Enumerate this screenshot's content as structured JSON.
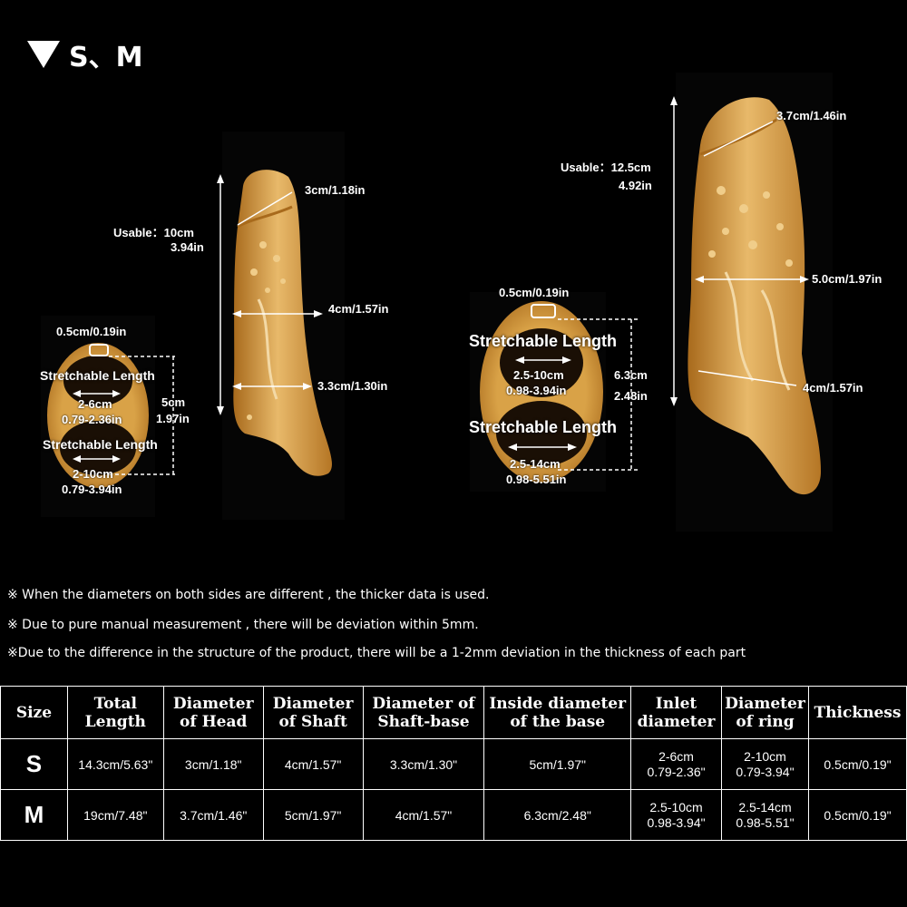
{
  "heading": "S、M",
  "small": {
    "usable_label": "Usable：10cm",
    "usable_in": "3.94in",
    "head": "3cm/1.18in",
    "shaft": "4cm/1.57in",
    "shaft_base": "3.3cm/1.30in",
    "ring_thickness": "0.5cm/0.19in",
    "stretch_label_1": "Stretchable Length",
    "inlet_cm": "2-6cm",
    "inlet_in": "0.79-2.36in",
    "stretch_label_2": "Stretchable Length",
    "ring_cm": "2-10cm",
    "ring_in": "0.79-3.94in",
    "base_height_cm": "5cm",
    "base_height_in": "1.97in"
  },
  "medium": {
    "usable_label": "Usable：12.5cm",
    "usable_in": "4.92in",
    "head": "3.7cm/1.46in",
    "shaft": "5.0cm/1.97in",
    "shaft_base": "4cm/1.57in",
    "ring_thickness": "0.5cm/0.19in",
    "stretch_label_1": "Stretchable Length",
    "inlet_cm": "2.5-10cm",
    "inlet_in": "0.98-3.94in",
    "stretch_label_2": "Stretchable Length",
    "ring_cm": "2.5-14cm",
    "ring_in": "0.98-5.51in",
    "base_height_cm": "6.3cm",
    "base_height_in": "2.48in"
  },
  "notes": [
    "※ When the diameters on both sides are different , the thicker data is used.",
    "※ Due to pure manual measurement , there will be deviation within 5mm.",
    "※Due to the difference in the structure of the product, there will be a 1-2mm deviation in the thickness of each part"
  ],
  "table": {
    "headers": [
      [
        "Size"
      ],
      [
        "Total",
        "Length"
      ],
      [
        "Diameter",
        "of Head"
      ],
      [
        "Diameter",
        "of Shaft"
      ],
      [
        "Diameter of",
        "Shaft-base"
      ],
      [
        "Inside diameter",
        "of the base"
      ],
      [
        "Inlet",
        "diameter"
      ],
      [
        "Diameter",
        "of ring"
      ],
      [
        "Thickness"
      ]
    ],
    "rows": [
      {
        "size": "S",
        "cells": [
          [
            "14.3cm/5.63\""
          ],
          [
            "3cm/1.18\""
          ],
          [
            "4cm/1.57\""
          ],
          [
            "3.3cm/1.30\""
          ],
          [
            "5cm/1.97\""
          ],
          [
            "2-6cm",
            "0.79-2.36\""
          ],
          [
            "2-10cm",
            "0.79-3.94\""
          ],
          [
            "0.5cm/0.19\""
          ]
        ]
      },
      {
        "size": "M",
        "cells": [
          [
            "19cm/7.48\""
          ],
          [
            "3.7cm/1.46\""
          ],
          [
            "5cm/1.97\""
          ],
          [
            "4cm/1.57\""
          ],
          [
            "6.3cm/2.48\""
          ],
          [
            "2.5-10cm",
            "0.98-3.94\""
          ],
          [
            "2.5-14cm",
            "0.98-5.51\""
          ],
          [
            "0.5cm/0.19\""
          ]
        ]
      }
    ]
  },
  "colors": {
    "background": "#000000",
    "product_gold": "#c98a2c",
    "product_light": "#e8b96a",
    "text": "#ffffff"
  }
}
